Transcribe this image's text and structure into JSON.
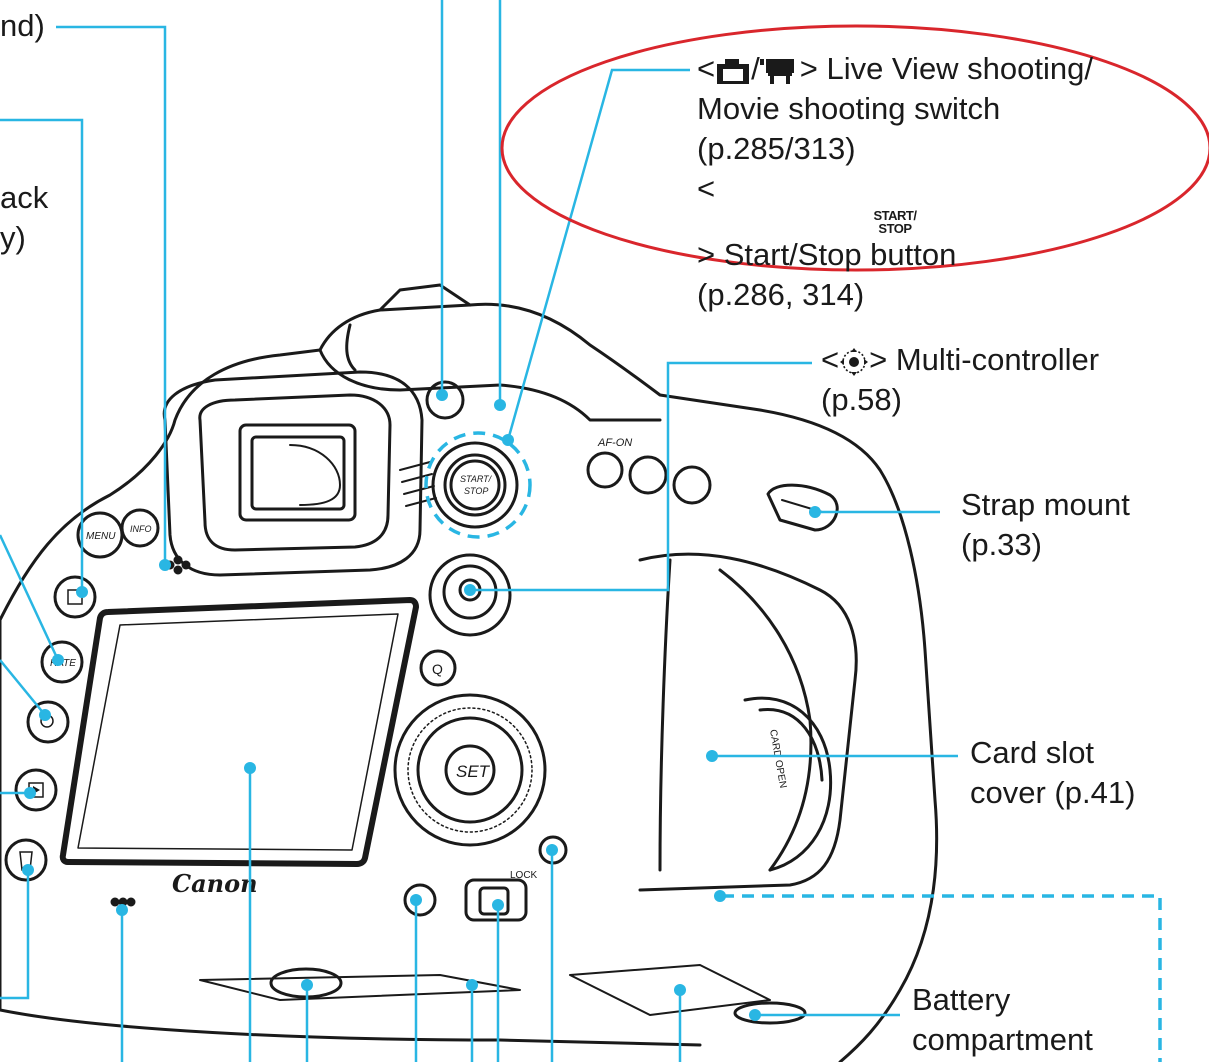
{
  "labels": {
    "partial_top_left": "nd)",
    "partial_playback_1": "ack",
    "partial_playback_2": "y)",
    "live_view_line1": "Live View shooting/",
    "live_view_line2": "Movie shooting switch",
    "live_view_line3": "(p.285/313)",
    "start_stop_text": "Start/Stop button",
    "start_stop_page": "(p.286, 314)",
    "start_stop_symbol_top": "START/",
    "start_stop_symbol_bottom": "STOP",
    "multi_controller": "Multi-controller",
    "multi_controller_page": "(p.58)",
    "strap_mount": "Strap mount",
    "strap_mount_page": "(p.33)",
    "card_slot_line1": "Card slot",
    "card_slot_line2": "cover (p.41)",
    "battery_line1": "Battery",
    "battery_line2": "compartment"
  },
  "camera_markings": {
    "brand": "Canon",
    "menu": "MENU",
    "info": "INFO",
    "rate": "RATE",
    "set": "SET",
    "q": "Q",
    "af_on": "AF-ON",
    "lock": "LOCK",
    "start": "START/",
    "stop": "STOP",
    "card_open": "CARD OPEN"
  },
  "colors": {
    "leader_line": "#29b6e3",
    "highlight_ellipse": "#d9262c",
    "outline": "#1a1a1a"
  }
}
